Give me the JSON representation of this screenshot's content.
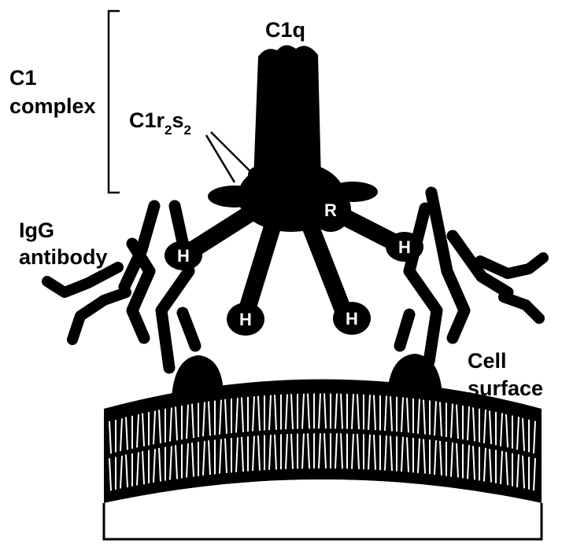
{
  "diagram": {
    "labels": {
      "c1q": "C1q",
      "c1_complex_line1": "C1",
      "c1_complex_line2": "complex",
      "c1r2s2_prefix": "C1r",
      "c1r2s2_sub1": "2",
      "c1r2s2_mid": "s",
      "c1r2s2_sub2": "2",
      "igg_line1": "IgG",
      "igg_line2": "antibody",
      "cell_line1": "Cell",
      "cell_line2": "surface"
    },
    "domains": {
      "h_left_upper": "H",
      "h_left_lower": "H",
      "h_right_lower": "H",
      "h_right_upper": "H",
      "r_center": "R"
    },
    "colors": {
      "ink": "#000000",
      "background": "#ffffff",
      "membrane_stripe": "#ffffff"
    }
  }
}
